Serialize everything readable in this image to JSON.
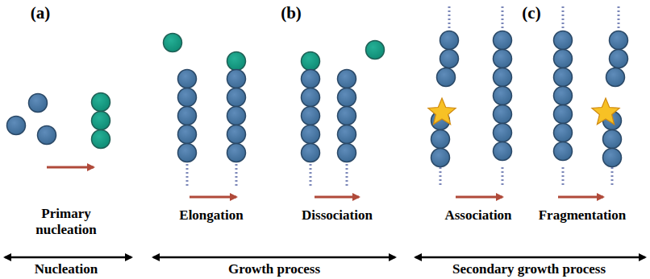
{
  "diagram": {
    "labels": [
      "(a)",
      "(b)",
      "(c)",
      "Primary nucleation",
      "Elongation",
      "Dissociation",
      "Association",
      "Fragmentation",
      "Nucleation",
      "Growth process",
      "Secondary growth process"
    ]
  }
}
